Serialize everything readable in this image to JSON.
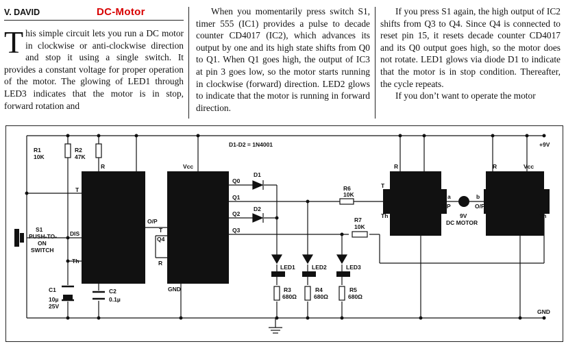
{
  "header": {
    "author": "V. DAVID",
    "title": "DC-Motor"
  },
  "article": {
    "col1": {
      "dropcap": "T",
      "text": "his simple circuit lets you run a DC motor in clockwise or anti-clockwise direction and stop it using a single switch. It provides a constant voltage for proper operation of the motor. The glowing of LED1 through LED3 indicates that the motor is in stop, forward rotation and"
    },
    "col2": {
      "text": "When you momentarily press switch S1, timer 555 (IC1) provides a pulse to decade counter CD4017 (IC2), which advances its output by one and its high state shifts from Q0 to Q1. When Q1 goes high, the output of IC3 at pin 3 goes low, so the motor starts running in clockwise (forward) direction. LED2 glows to indicate that the motor is running in forward direction."
    },
    "col3": {
      "para1": "If you press S1 again, the high output of IC2 shifts from Q3 to Q4. Since Q4 is connected to reset pin 15, it resets decade counter CD4017 and its Q0 output goes high, so the motor does not rotate. LED1 glows via diode D1 to indicate that the motor is in stop condition. Thereafter, the cycle repeats.",
      "para2": "If you don’t want to operate the motor"
    }
  },
  "schematic": {
    "diode_note": "D1-D2 = 1N4001",
    "supply": "+9V",
    "ground": "GND",
    "r1": [
      "R1",
      "10K"
    ],
    "r2": [
      "R2",
      "47K"
    ],
    "r3": [
      "R3",
      "680Ω"
    ],
    "r4": [
      "R4",
      "680Ω"
    ],
    "r5": [
      "R5",
      "680Ω"
    ],
    "r6": [
      "R6",
      "10K"
    ],
    "r7": [
      "R7",
      "10K"
    ],
    "c1": [
      "C1",
      "10µ",
      "25V"
    ],
    "c2": [
      "C2",
      "0.1µ"
    ],
    "s1": [
      "S1",
      "PUSH-TO-",
      "ON",
      "SWITCH"
    ],
    "ic1_pins": {
      "r": "R",
      "t": "T",
      "dis": "DIS",
      "th": "Th",
      "op": "O/P"
    },
    "ic2_pins": {
      "vcc": "Vcc",
      "t": "T",
      "q4": "Q4",
      "r": "R",
      "gnd": "GND",
      "q0": "Q0",
      "q1": "Q1",
      "q2": "Q2",
      "q3": "Q3"
    },
    "ic3_pins": {
      "r": "R",
      "t": "T",
      "th": "Th",
      "op": "O/P",
      "gnd": "GND"
    },
    "ic4_pins": {
      "r": "R",
      "vcc": "Vcc",
      "t": "T",
      "th": "Th",
      "op": "O/P",
      "gnd": "GND"
    },
    "d1": "D1",
    "d2": "D2",
    "led1": "LED1",
    "led2": "LED2",
    "led3": "LED3",
    "motor": [
      "9V",
      "DC MOTOR"
    ],
    "motor_a": "a",
    "motor_b": "b"
  }
}
